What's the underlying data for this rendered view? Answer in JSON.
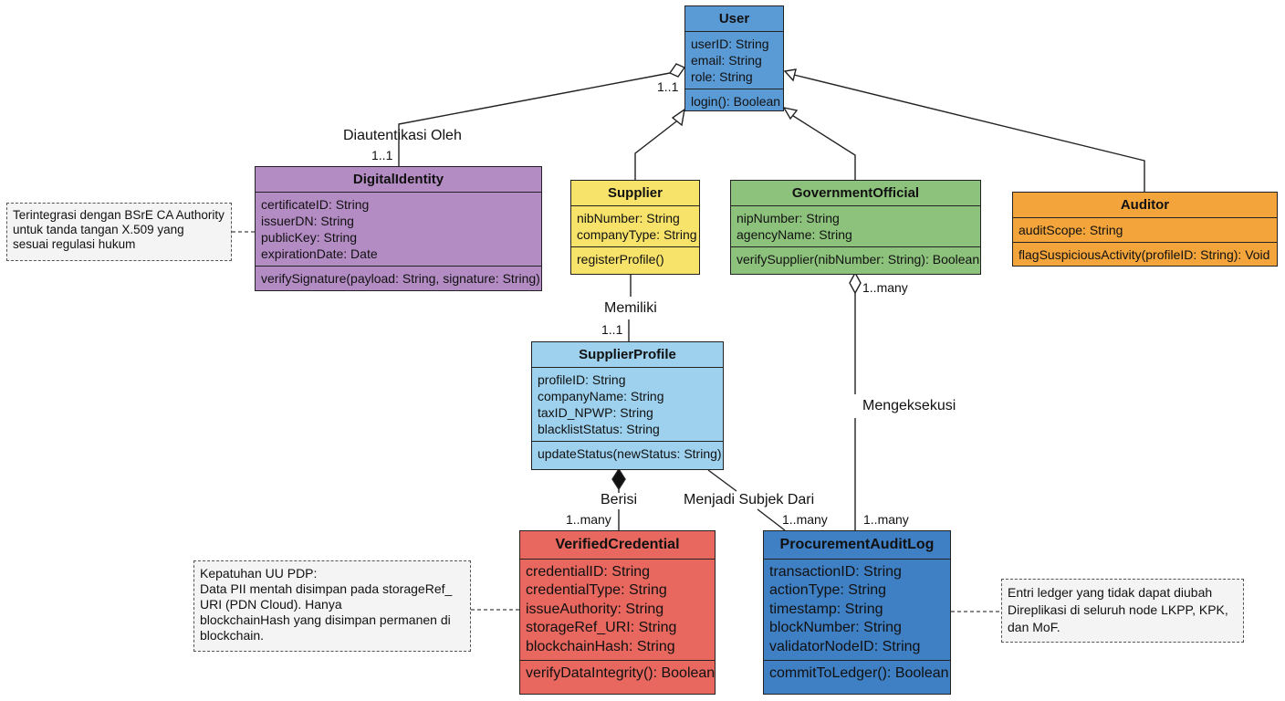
{
  "classes": {
    "user": {
      "name": "User",
      "attributes": [
        "userID: String",
        "email: String",
        "role: String"
      ],
      "methods": [
        "login(): Boolean"
      ],
      "color": "#5b9bd5"
    },
    "digital_identity": {
      "name": "DigitalIdentity",
      "attributes": [
        "certificateID: String",
        "issuerDN: String",
        "publicKey: String",
        "expirationDate: Date"
      ],
      "methods": [
        "verifySignature(payload: String, signature: String)"
      ],
      "color": "#b48cc4"
    },
    "supplier": {
      "name": "Supplier",
      "attributes": [
        "nibNumber: String",
        "companyType: String"
      ],
      "methods": [
        "registerProfile()"
      ],
      "color": "#f8e36a"
    },
    "government_official": {
      "name": "GovernmentOfficial",
      "attributes": [
        "nipNumber: String",
        "agencyName: String"
      ],
      "methods": [
        "verifySupplier(nibNumber: String): Boolean"
      ],
      "color": "#8dc27c"
    },
    "auditor": {
      "name": "Auditor",
      "attributes": [
        "auditScope: String"
      ],
      "methods": [
        "flagSuspiciousActivity(profileID: String): Void"
      ],
      "color": "#f3a43a"
    },
    "supplier_profile": {
      "name": "SupplierProfile",
      "attributes": [
        "profileID: String",
        "companyName: String",
        "taxID_NPWP: String",
        "blacklistStatus: String"
      ],
      "methods": [
        "updateStatus(newStatus: String)"
      ],
      "color": "#9dd1ee"
    },
    "verified_credential": {
      "name": "VerifiedCredential",
      "attributes": [
        "credentialID: String",
        "credentialType: String",
        "issueAuthority: String",
        "storageRef_URI: String",
        "blockchainHash: String"
      ],
      "methods": [
        "verifyDataIntegrity(): Boolean"
      ],
      "color": "#e8675f"
    },
    "procurement_audit_log": {
      "name": "ProcurementAuditLog",
      "attributes": [
        "transactionID: String",
        "actionType: String",
        "timestamp: String",
        "blockNumber: String",
        "validatorNodeID: String"
      ],
      "methods": [
        "commitToLedger(): Boolean"
      ],
      "color": "#3f7fc4"
    }
  },
  "relations": {
    "diautentikasi": {
      "label": "Diautentikasi Oleh",
      "mult_user": "1..1",
      "mult_identity": "1..1"
    },
    "memiliki": {
      "label": "Memiliki",
      "mult": "1..1"
    },
    "berisi": {
      "label": "Berisi",
      "mult": "1..many"
    },
    "menjadi": {
      "label": "Menjadi Subjek Dari",
      "mult": "1..many"
    },
    "mengeksekusi": {
      "label": "Mengeksekusi",
      "mult_official": "1..many",
      "mult_log": "1..many"
    }
  },
  "notes": {
    "bsre": [
      "Terintegrasi dengan BSrE CA Authority",
      "untuk tanda tangan X.509 yang",
      "sesuai regulasi hukum"
    ],
    "pdp": [
      "Kepatuhan UU PDP:",
      "Data PII mentah disimpan pada storageRef_",
      "URI (PDN Cloud). Hanya",
      "blockchainHash yang disimpan permanen di",
      "blockchain."
    ],
    "ledger": [
      "Entri ledger yang tidak dapat diubah",
      "Direplikasi di seluruh node LKPP, KPK,",
      "dan MoF."
    ]
  }
}
